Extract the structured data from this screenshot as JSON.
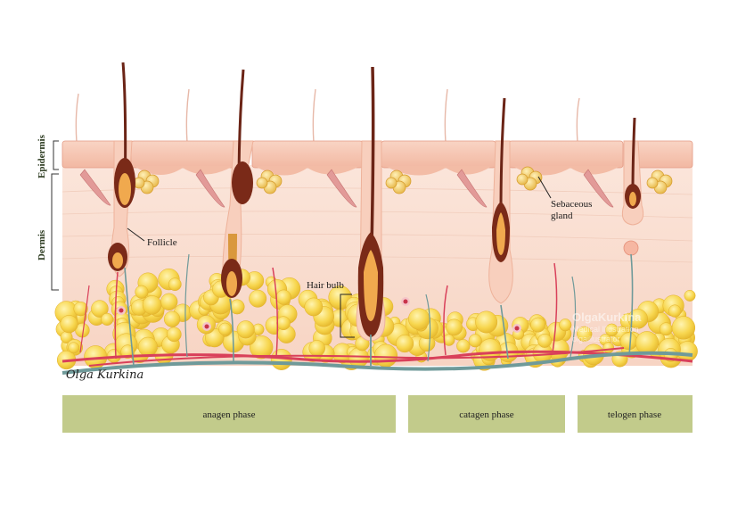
{
  "labels": {
    "epidermis": "Epidermis",
    "dermis": "Dermis",
    "follicle": "Follicle",
    "hair_bulb": "Hair bulb",
    "sebaceous_line1": "Sebaceous",
    "sebaceous_line2": "gland"
  },
  "phases": [
    {
      "label": "anagen phase"
    },
    {
      "label": "catagen phase"
    },
    {
      "label": "telogen phase"
    }
  ],
  "watermark": {
    "line1": "OlgaKurkina",
    "line2": "Medical Illustration",
    "line3": "olgaillustrator"
  },
  "signature": "Olga Kurkina",
  "colors": {
    "phase_bar": "#c2cb8b",
    "epidermis": "#f6c7b2",
    "dermis": "#fbe3d6",
    "fat": "#f6d452",
    "hair": "#6b2416",
    "artery": "#d9405a",
    "nerve": "#6f9a9a"
  }
}
